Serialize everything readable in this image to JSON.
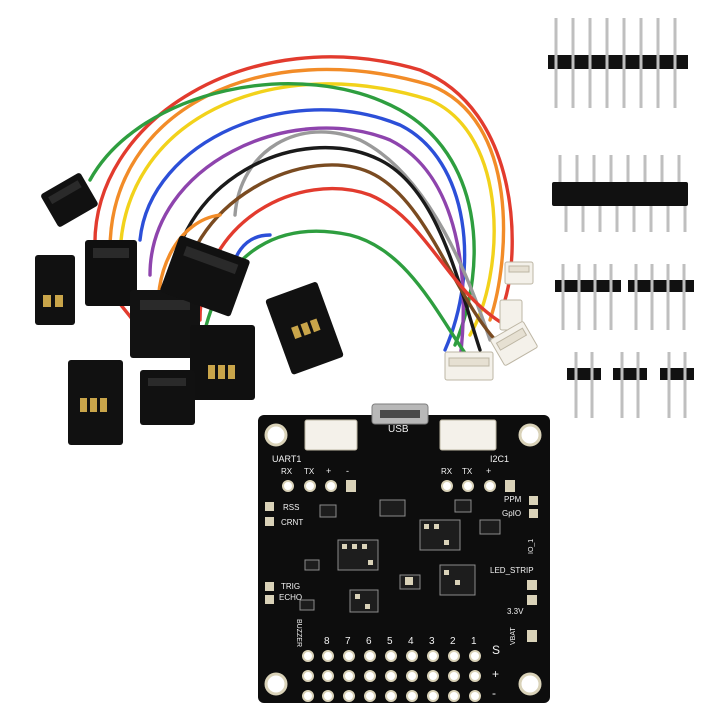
{
  "board": {
    "usb_label": "USB",
    "uart_label": "UART1",
    "i2c_label": "I2C1",
    "rx": "RX",
    "tx": "TX",
    "plus": "+",
    "minus": "-",
    "rss": "RSS",
    "crnt": "CRNT",
    "trig": "TRIG",
    "echo": "ECHO",
    "buzzer": "BUZZER",
    "ppm": "PPM",
    "gpio": "GpIO",
    "led_strip": "LED_STRIP",
    "v33": "3.3V",
    "vbat": "VBAT",
    "s": "S",
    "io1": "IO_1",
    "channels": [
      "8",
      "7",
      "6",
      "5",
      "4",
      "3",
      "2",
      "1"
    ]
  },
  "colors": {
    "pcb": "#0d0d0d",
    "silk": "#f2f2f2",
    "pad": "#d9d2b8",
    "header": "#111111",
    "pin": "#c9c9c9",
    "connector": "#f4f1ea"
  },
  "wire_colors": [
    "#e23b2e",
    "#f28c28",
    "#f2d21b",
    "#2e9e3f",
    "#2c4fd8",
    "#8e44ad",
    "#9a9a9a",
    "#ffffff",
    "#1a1a1a",
    "#7a4b21"
  ],
  "icons": {
    "servo_plug": "servo-connector-icon",
    "jst_plug": "jst-connector-icon",
    "pin_header": "pin-header-icon"
  }
}
